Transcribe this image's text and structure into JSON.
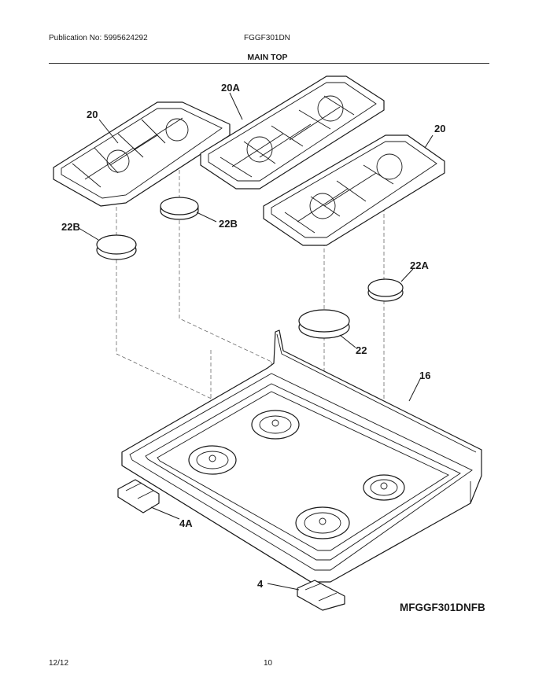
{
  "header": {
    "publication": "Publication No: 5995624292",
    "model": "FGGF301DN",
    "section_title": "MAIN TOP"
  },
  "footer": {
    "date": "12/12",
    "page": "10"
  },
  "diagram": {
    "code": "MFGGF301DNFB",
    "callouts": {
      "grate_left": "20",
      "grate_center": "20A",
      "grate_right": "20",
      "cap_small_back": "22B",
      "cap_small_left": "22B",
      "cap_medium_right": "22A",
      "cap_large": "22",
      "main_top": "16",
      "bracket_left": "4A",
      "bracket_front": "4"
    }
  }
}
